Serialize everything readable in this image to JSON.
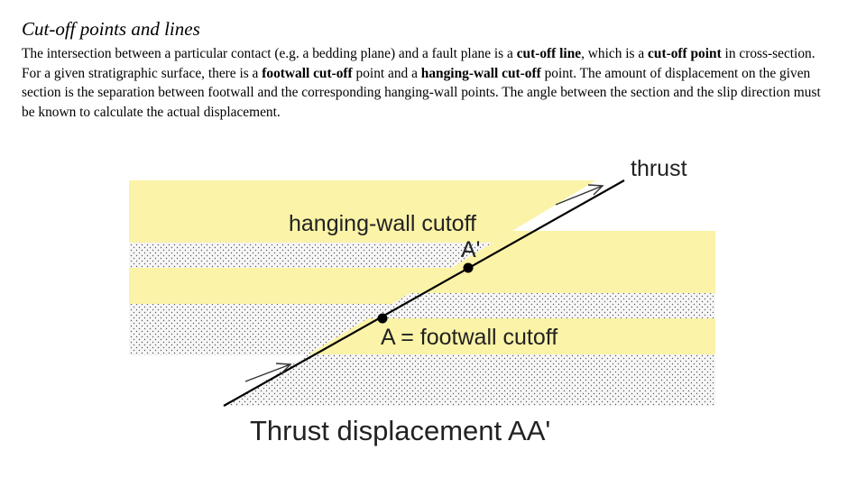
{
  "title": "Cut-off points and lines",
  "body": {
    "t1": "The intersection between a particular contact (e.g. a bedding plane) and a fault plane is a ",
    "b1": "cut-off line",
    "t2": ", which is a ",
    "b2": "cut-off point",
    "t3": " in cross-section. For a given stratigraphic surface, there is a ",
    "b3": "footwall cut-off",
    "t4": " point and a ",
    "b4": "hanging-wall cut-off",
    "t5": " point. The amount of displacement on the given section is the separation between footwall and the corresponding hanging-wall points. The angle between the section and the slip direction must be known to calculate the actual displacement."
  },
  "diagram": {
    "thrust_label": "thrust",
    "hanging_wall_cutoff_label": "hanging-wall cutoff",
    "a_prime_label": "A'",
    "footwall_cutoff_label": "A = footwall cutoff",
    "caption": "Thrust displacement AA'",
    "colors": {
      "sandstone": "#fbf3a7",
      "shale": "#f7f7f7",
      "stipple": "#5a5a5a",
      "fault": "#000000"
    }
  }
}
